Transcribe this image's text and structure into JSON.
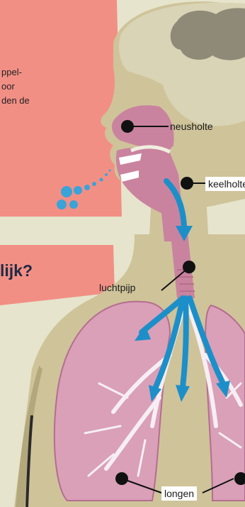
{
  "colors": {
    "background": "#e6e4cc",
    "panel_pink": "#f28f85",
    "body_tan": "#cfc39a",
    "body_shadow": "#b3a77c",
    "head_light": "#d9d4b5",
    "tissue_pink": "#c9839f",
    "lung_pink": "#d9a0b8",
    "arrow_blue": "#1d8fc8"
  },
  "text_panel": {
    "lines": [
      "ppel-",
      "oor",
      "den de"
    ]
  },
  "heading": "lijk?",
  "labels": {
    "nasal_cavity": "neusholte",
    "throat": "keelholte",
    "windpipe": "luchtpijp",
    "lungs": "longen"
  }
}
